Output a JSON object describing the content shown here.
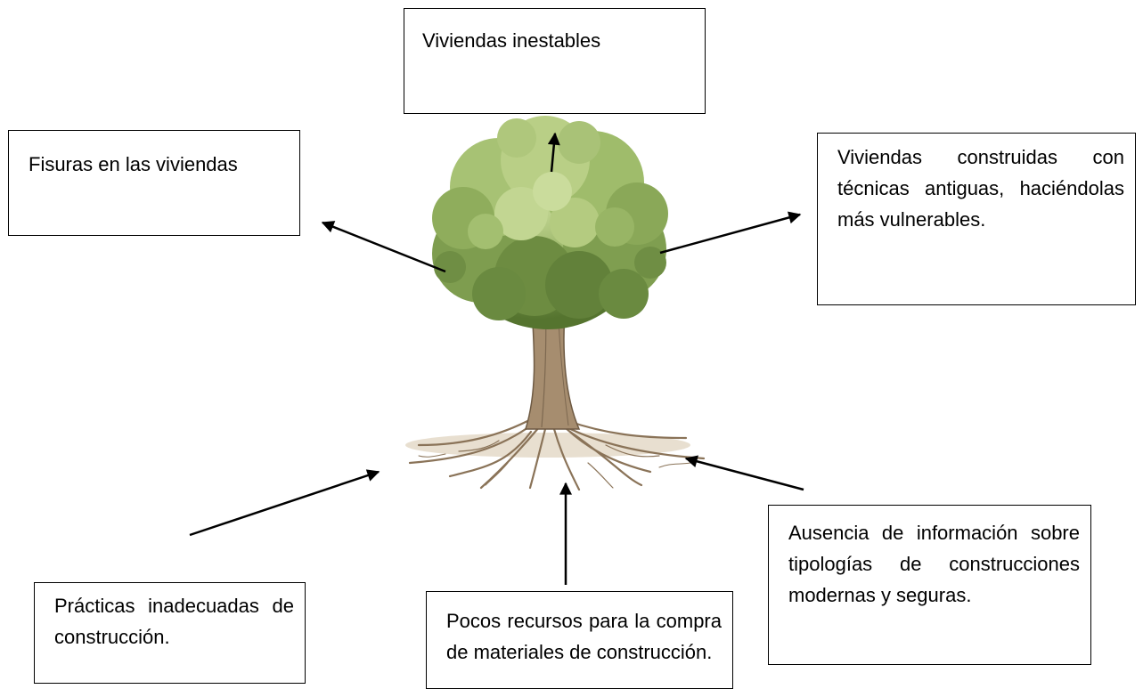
{
  "effects": {
    "top": "Viviendas inestables",
    "left": "Fisuras en las viviendas",
    "right": "Viviendas construidas con técnicas antiguas, haciéndolas más vulnerables."
  },
  "causes": {
    "left": "Prácticas inadecuadas de construcción.",
    "middle": "Pocos recursos para la compra de materiales de construcción.",
    "right": "Ausencia de información sobre tipologías de construcciones modernas y seguras."
  },
  "colors": {
    "foliage_dark": "#5f7f3a",
    "foliage_light": "#b9cf86",
    "trunk": "#a68d6f",
    "roots": "#8a7358",
    "soil": "#c9b79a"
  }
}
